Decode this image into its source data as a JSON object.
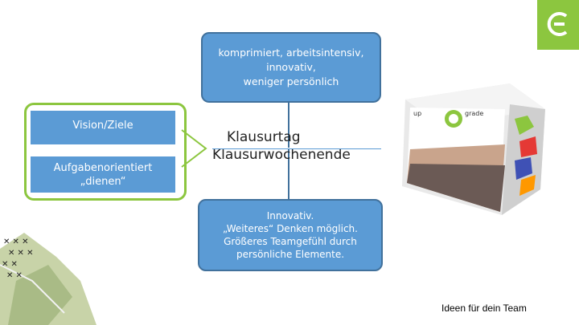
{
  "top_box": {
    "lines": [
      "komprimiert, arbeitsintensiv,",
      "innovativ,",
      "weniger persönlich"
    ]
  },
  "left_panel": {
    "box1": "Vision/Ziele",
    "box2": [
      "Aufgabenorientiert",
      "„dienen“"
    ]
  },
  "center": {
    "lines": [
      "Klausurtag",
      "Klausurwochenende"
    ]
  },
  "bottom_box": {
    "lines": [
      "Innovativ.",
      "„Weiteres“ Denken möglich.",
      "Größeres Teamgefühl durch",
      "persönliche Elemente."
    ]
  },
  "product": {
    "brand_left": "up",
    "brand_right": "grade"
  },
  "footer": {
    "text": "Ideen für dein Team"
  },
  "icons": [
    "logo-icon",
    "chevron-right-icon",
    "product-box-image",
    "map-image"
  ],
  "colors": {
    "accent_green": "#8cc63f",
    "box_blue": "#5b9bd5",
    "border_blue": "#41719c"
  }
}
